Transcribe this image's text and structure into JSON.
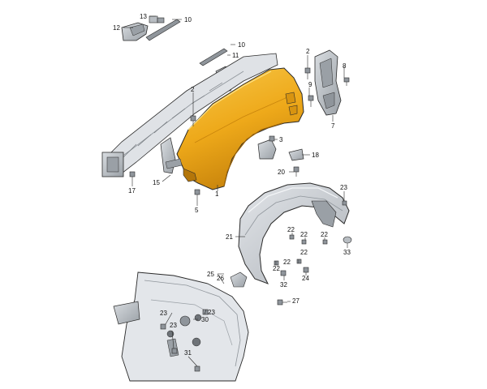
{
  "colors": {
    "fender": "#f4b81a",
    "fender_shade": "#d89410",
    "fender_dark": "#b4760a",
    "part_gray": "#c8ccd0",
    "part_dark": "#7e8388",
    "liner": "#cfd3d8",
    "liner_dark": "#8f959b",
    "line": "#2a2a2a"
  },
  "callouts": [
    {
      "id": "c13",
      "text": "13"
    },
    {
      "id": "c10a",
      "text": "10"
    },
    {
      "id": "c12",
      "text": "12"
    },
    {
      "id": "c10b",
      "text": "10"
    },
    {
      "id": "c11",
      "text": "11"
    },
    {
      "id": "c2a",
      "text": "2"
    },
    {
      "id": "c8",
      "text": "8"
    },
    {
      "id": "c9",
      "text": "9"
    },
    {
      "id": "c2b",
      "text": "2"
    },
    {
      "id": "c7",
      "text": "7"
    },
    {
      "id": "c3",
      "text": "3"
    },
    {
      "id": "c18",
      "text": "18"
    },
    {
      "id": "c20",
      "text": "20"
    },
    {
      "id": "c17",
      "text": "17"
    },
    {
      "id": "c15",
      "text": "15"
    },
    {
      "id": "c1",
      "text": "1"
    },
    {
      "id": "c5",
      "text": "5"
    },
    {
      "id": "c23a",
      "text": "23"
    },
    {
      "id": "c21",
      "text": "21"
    },
    {
      "id": "c22a",
      "text": "22"
    },
    {
      "id": "c22b",
      "text": "22"
    },
    {
      "id": "c22c",
      "text": "22"
    },
    {
      "id": "c22d",
      "text": "22"
    },
    {
      "id": "c33",
      "text": "33"
    },
    {
      "id": "c22e",
      "text": "22"
    },
    {
      "id": "c22f",
      "text": "22"
    },
    {
      "id": "c25",
      "text": "25"
    },
    {
      "id": "c26",
      "text": "26"
    },
    {
      "id": "c32",
      "text": "32"
    },
    {
      "id": "c24",
      "text": "24"
    },
    {
      "id": "c27",
      "text": "27"
    },
    {
      "id": "c23b",
      "text": "23"
    },
    {
      "id": "c23c",
      "text": "23"
    },
    {
      "id": "c23d",
      "text": "23"
    },
    {
      "id": "c30",
      "text": "30"
    },
    {
      "id": "c31",
      "text": "31"
    }
  ]
}
